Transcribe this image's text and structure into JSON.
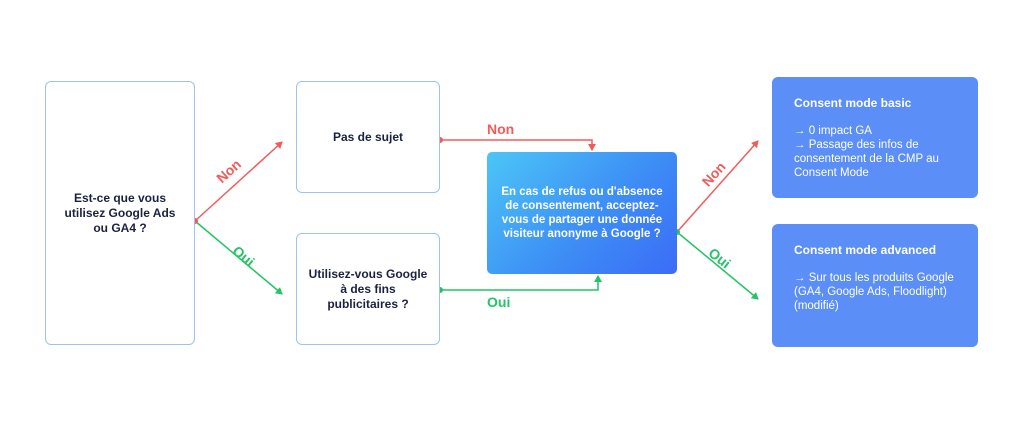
{
  "flow": {
    "start_question": "Est-ce que vous utilisez Google Ads ou GA4 ?",
    "no_branch": "Pas de sujet",
    "yes_question": "Utilisez-vous Google à des fins publicitaires ?",
    "center_question": "En cas de refus ou d'absence de consentement, acceptez-vous de partager une donnée visiteur anonyme à Google ?",
    "labels": {
      "non_diag": "Non",
      "oui_diag": "Oui",
      "non_top": "Non",
      "oui_bottom": "Oui",
      "non_right": "Non",
      "oui_right": "Oui"
    },
    "results": {
      "basic": {
        "title": "Consent mode basic",
        "lines": [
          "→ 0 impact GA",
          "→ Passage des infos de consentement de la CMP au Consent Mode"
        ]
      },
      "advanced": {
        "title": "Consent mode advanced",
        "lines": [
          "→ Sur tous les produits Google (GA4, Google Ads, Floodlight) (modifié)"
        ]
      }
    }
  },
  "colors": {
    "no": "#f35b5b",
    "yes": "#22c466",
    "box_border": "#9cc3f2",
    "result_bg": "#5b8ef7"
  }
}
